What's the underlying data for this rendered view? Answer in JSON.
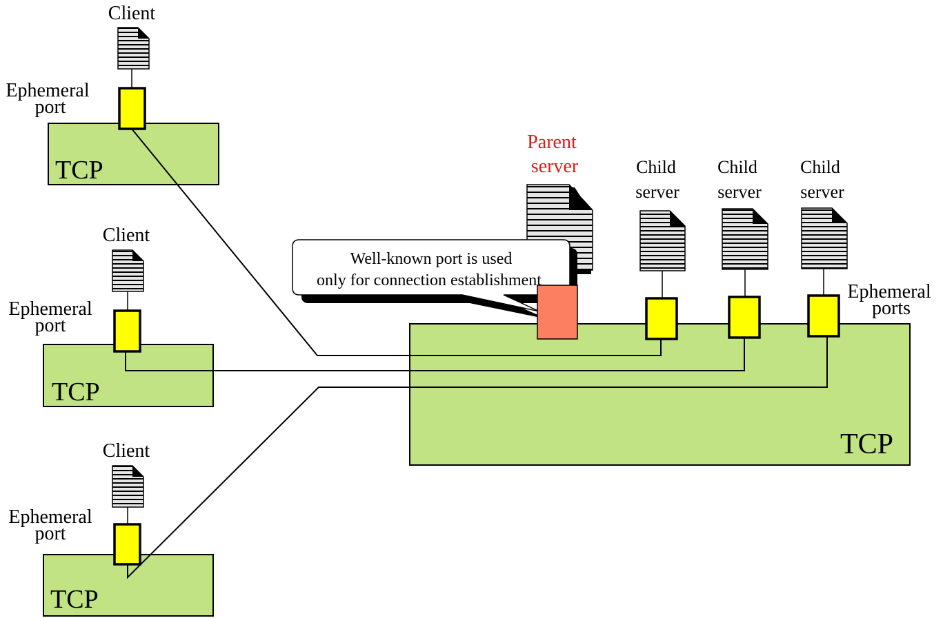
{
  "colors": {
    "tcp_fill": "#c1e384",
    "ephemeral_port": "#ffff00",
    "well_known_port": "#fb7f60",
    "parent_label": "#e8170f"
  },
  "icons": {
    "program": "document-icon"
  },
  "clients": [
    {
      "label": "Client",
      "port_label_line1": "Ephemeral",
      "port_label_line2": "port",
      "tcp_label": "TCP"
    },
    {
      "label": "Client",
      "port_label_line1": "Ephemeral",
      "port_label_line2": "port",
      "tcp_label": "TCP"
    },
    {
      "label": "Client",
      "port_label_line1": "Ephemeral",
      "port_label_line2": "port",
      "tcp_label": "TCP"
    }
  ],
  "server": {
    "parent_label_line1": "Parent",
    "parent_label_line2": "server",
    "children": [
      {
        "line1": "Child",
        "line2": "server"
      },
      {
        "line1": "Child",
        "line2": "server"
      },
      {
        "line1": "Child",
        "line2": "server"
      }
    ],
    "ports_label_line1": "Ephemeral",
    "ports_label_line2": "ports",
    "tcp_label": "TCP"
  },
  "callout": {
    "line1": "Well-known port is used",
    "line2": "only for connection establishment"
  }
}
